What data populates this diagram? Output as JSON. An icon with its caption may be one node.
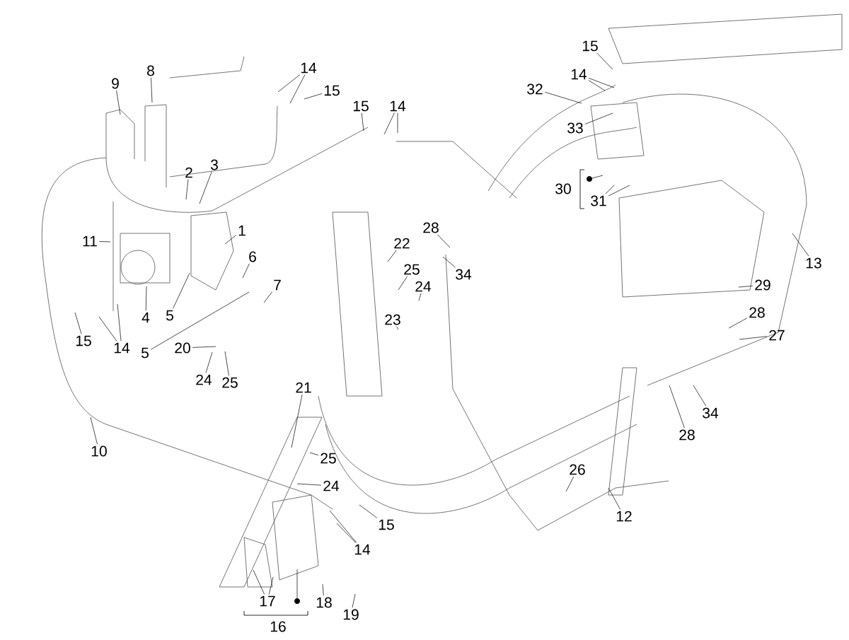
{
  "diagram": {
    "nodes": [
      {
        "text": [
          "15"
        ]
      },
      {
        "text": [
          "8"
        ]
      },
      {
        "text": [
          "14"
        ]
      },
      {
        "text": [
          "9"
        ]
      },
      {
        "text": [
          "14"
        ]
      },
      {
        "text": [
          "32"
        ]
      },
      {
        "text": [
          "15"
        ]
      },
      {
        "text": [
          "15"
        ]
      },
      {
        "text": [
          "14"
        ]
      },
      {
        "text": [
          "33"
        ]
      },
      {
        "text": [
          "3"
        ]
      },
      {
        "text": [
          "2"
        ]
      },
      {
        "text": [
          "31"
        ]
      },
      {
        "text": [
          "28"
        ]
      },
      {
        "text": [
          "1"
        ]
      },
      {
        "text": [
          "11"
        ]
      },
      {
        "text": [
          "22"
        ]
      },
      {
        "text": [
          "6"
        ]
      },
      {
        "text": [
          "13"
        ]
      },
      {
        "text": [
          "25"
        ]
      },
      {
        "text": [
          "34"
        ]
      },
      {
        "text": [
          "7"
        ]
      },
      {
        "text": [
          "24"
        ]
      },
      {
        "text": [
          "29"
        ]
      },
      {
        "text": [
          "28"
        ]
      },
      {
        "text": [
          "4"
        ]
      },
      {
        "text": [
          "5"
        ]
      },
      {
        "text": [
          "23"
        ]
      },
      {
        "text": [
          "27"
        ]
      },
      {
        "text": [
          "15"
        ]
      },
      {
        "text": [
          "14"
        ]
      },
      {
        "text": [
          "20"
        ]
      },
      {
        "text": [
          "5"
        ]
      },
      {
        "text": [
          "24"
        ]
      },
      {
        "text": [
          "25"
        ]
      },
      {
        "text": [
          "21"
        ]
      },
      {
        "text": [
          "34"
        ]
      },
      {
        "text": [
          "28"
        ]
      },
      {
        "text": [
          "10"
        ]
      },
      {
        "text": [
          "25"
        ]
      },
      {
        "text": [
          "26"
        ]
      },
      {
        "text": [
          "24"
        ]
      },
      {
        "text": [
          "12"
        ]
      },
      {
        "text": [
          "15"
        ]
      },
      {
        "text": [
          "14"
        ]
      },
      {
        "text": [
          "17"
        ]
      },
      {
        "text": [
          "18"
        ]
      },
      {
        "text": [
          "19"
        ]
      }
    ],
    "edges": [
      {
        "from": 0,
        "to": null,
        "arrow": "none"
      },
      {
        "from": 1,
        "to": null,
        "arrow": "none"
      },
      {
        "from": 2,
        "to": null,
        "arrow": "none"
      },
      {
        "from": 2,
        "to": null,
        "arrow": "none"
      },
      {
        "from": 3,
        "to": null,
        "arrow": "none"
      },
      {
        "from": 4,
        "to": null,
        "arrow": "none"
      },
      {
        "from": 4,
        "to": null,
        "arrow": "none"
      },
      {
        "from": 5,
        "to": null,
        "arrow": "none"
      },
      {
        "from": 6,
        "to": null,
        "arrow": "none"
      },
      {
        "from": 7,
        "to": null,
        "arrow": "none"
      },
      {
        "from": 8,
        "to": null,
        "arrow": "none"
      },
      {
        "from": 8,
        "to": null,
        "arrow": "none"
      },
      {
        "from": 9,
        "to": null,
        "arrow": "none"
      },
      {
        "from": 10,
        "to": null,
        "arrow": "none"
      },
      {
        "from": 11,
        "to": null,
        "arrow": "none"
      },
      {
        "from": 12,
        "to": null,
        "arrow": "none"
      },
      {
        "from": 12,
        "to": null,
        "arrow": "none"
      },
      {
        "from": 13,
        "to": null,
        "arrow": "none"
      },
      {
        "from": 14,
        "to": null,
        "arrow": "none"
      },
      {
        "from": 15,
        "to": null,
        "arrow": "none"
      },
      {
        "from": 16,
        "to": null,
        "arrow": "none"
      },
      {
        "from": 17,
        "to": null,
        "arrow": "none"
      },
      {
        "from": 18,
        "to": null,
        "arrow": "none"
      },
      {
        "from": 19,
        "to": null,
        "arrow": "none"
      },
      {
        "from": 20,
        "to": null,
        "arrow": "none"
      },
      {
        "from": 21,
        "to": null,
        "arrow": "none"
      },
      {
        "from": 22,
        "to": null,
        "arrow": "none"
      },
      {
        "from": 23,
        "to": null,
        "arrow": "none"
      },
      {
        "from": 24,
        "to": null,
        "arrow": "none"
      },
      {
        "from": 25,
        "to": null,
        "arrow": "none"
      },
      {
        "from": 26,
        "to": null,
        "arrow": "none"
      },
      {
        "from": 27,
        "to": null,
        "arrow": "none"
      },
      {
        "from": 28,
        "to": null,
        "arrow": "none"
      },
      {
        "from": 29,
        "to": null,
        "arrow": "none"
      },
      {
        "from": 30,
        "to": null,
        "arrow": "none"
      },
      {
        "from": 30,
        "to": null,
        "arrow": "none"
      },
      {
        "from": 31,
        "to": null,
        "arrow": "none"
      },
      {
        "from": 32,
        "to": null,
        "arrow": "none"
      },
      {
        "from": 33,
        "to": null,
        "arrow": "none"
      },
      {
        "from": 34,
        "to": null,
        "arrow": "none"
      },
      {
        "from": 35,
        "to": null,
        "arrow": "none"
      },
      {
        "from": 36,
        "to": null,
        "arrow": "none"
      },
      {
        "from": 37,
        "to": null,
        "arrow": "none"
      },
      {
        "from": 38,
        "to": null,
        "arrow": "none"
      },
      {
        "from": 39,
        "to": null,
        "arrow": "none"
      },
      {
        "from": 40,
        "to": null,
        "arrow": "none"
      },
      {
        "from": 41,
        "to": null,
        "arrow": "none"
      },
      {
        "from": 42,
        "to": null,
        "arrow": "none"
      },
      {
        "from": 43,
        "to": null,
        "arrow": "none"
      },
      {
        "from": 44,
        "to": null,
        "arrow": "none"
      },
      {
        "from": 44,
        "to": null,
        "arrow": "none"
      },
      {
        "from": 45,
        "to": null,
        "arrow": "none"
      },
      {
        "from": 45,
        "to": null,
        "arrow": "none"
      },
      {
        "from": 46,
        "to": null,
        "arrow": "none"
      },
      {
        "from": 47,
        "to": null,
        "arrow": "none"
      }
    ],
    "labels": [
      "30",
      "16"
    ]
  }
}
